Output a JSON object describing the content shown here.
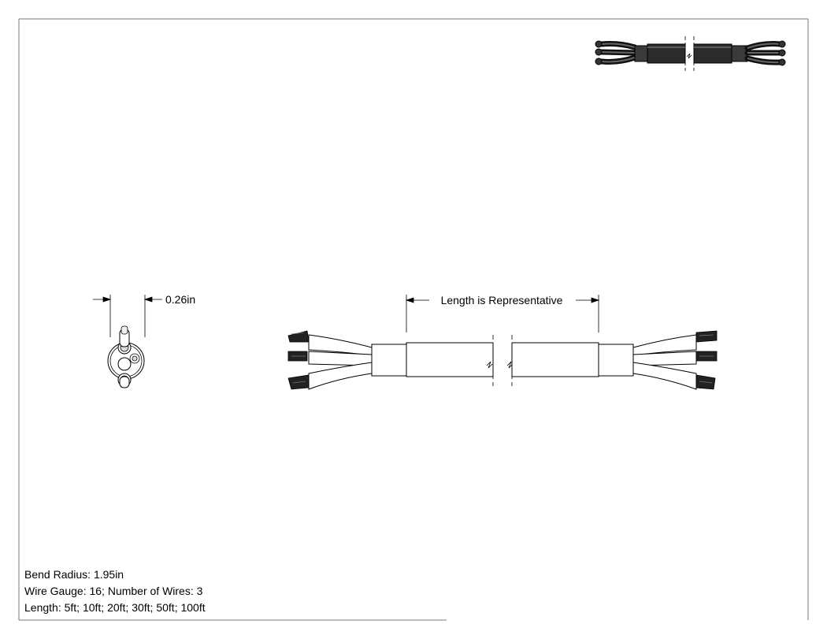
{
  "drawing": {
    "end_dimension_label": "0.26in",
    "length_dimension_label": "Length is Representative"
  },
  "specs": {
    "bend_radius": "Bend Radius: 1.95in",
    "wire_info": "Wire Gauge: 16; Number of Wires: 3",
    "lengths": "Length: 5ft; 10ft; 20ft; 30ft; 50ft; 100ft"
  },
  "colors": {
    "line": "#000000",
    "jacket": "#ffffff",
    "iso_jacket": "#2b2b2b",
    "conductor": "#1a1a1a"
  }
}
